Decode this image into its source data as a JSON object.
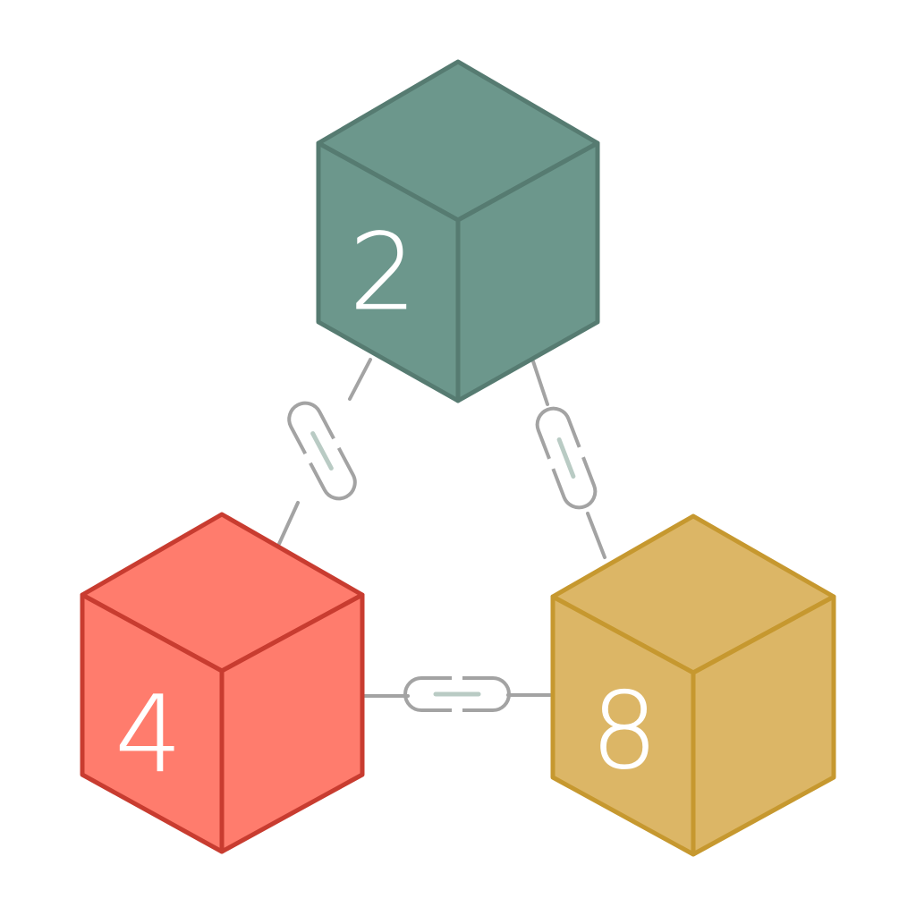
{
  "diagram": {
    "cubes": [
      {
        "id": "top",
        "label": "2",
        "colors": {
          "face": "#6c978c",
          "edge": "#567b71"
        }
      },
      {
        "id": "left",
        "label": "4",
        "colors": {
          "face": "#ff7c6d",
          "edge": "#c83c30"
        }
      },
      {
        "id": "right",
        "label": "8",
        "colors": {
          "face": "#dcb666",
          "edge": "#c6982f"
        }
      }
    ],
    "connections": [
      {
        "from": "top",
        "to": "left",
        "icon": "chain-link-icon"
      },
      {
        "from": "top",
        "to": "right",
        "icon": "chain-link-icon"
      },
      {
        "from": "left",
        "to": "right",
        "icon": "chain-link-icon"
      }
    ],
    "colors": {
      "chain": "#a3a3a3",
      "chain_inner": "#b9cbc4",
      "background": "#ffffff"
    }
  }
}
